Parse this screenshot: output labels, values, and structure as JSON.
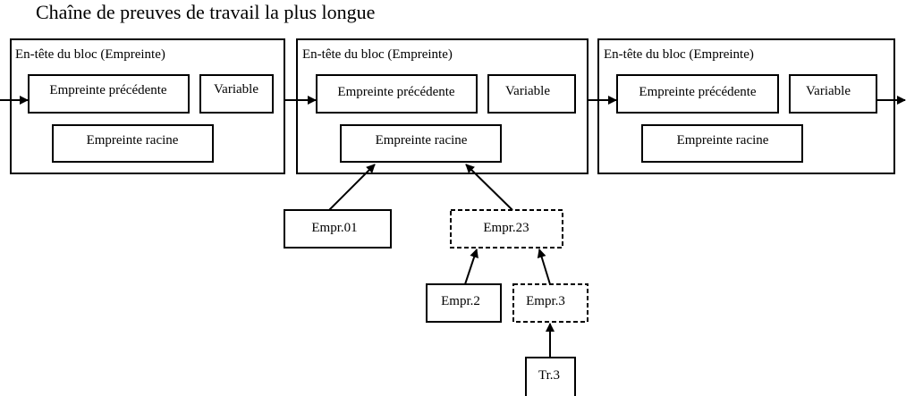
{
  "title": "Chaîne de preuves de travail la plus longue",
  "blocks": [
    {
      "header": "En-tête du bloc (Empreinte)",
      "prev_hash": "Empreinte précédente",
      "nonce": "Variable",
      "merkle_root": "Empreinte racine"
    },
    {
      "header": "En-tête du bloc (Empreinte)",
      "prev_hash": "Empreinte précédente",
      "nonce": "Variable",
      "merkle_root": "Empreinte racine"
    },
    {
      "header": "En-tête du bloc (Empreinte)",
      "prev_hash": "Empreinte précédente",
      "nonce": "Variable",
      "merkle_root": "Empreinte racine"
    }
  ],
  "tree": {
    "hash01": "Empr.01",
    "hash23": "Empr.23",
    "hash2": "Empr.2",
    "hash3": "Empr.3",
    "tx3": "Tr.3"
  }
}
